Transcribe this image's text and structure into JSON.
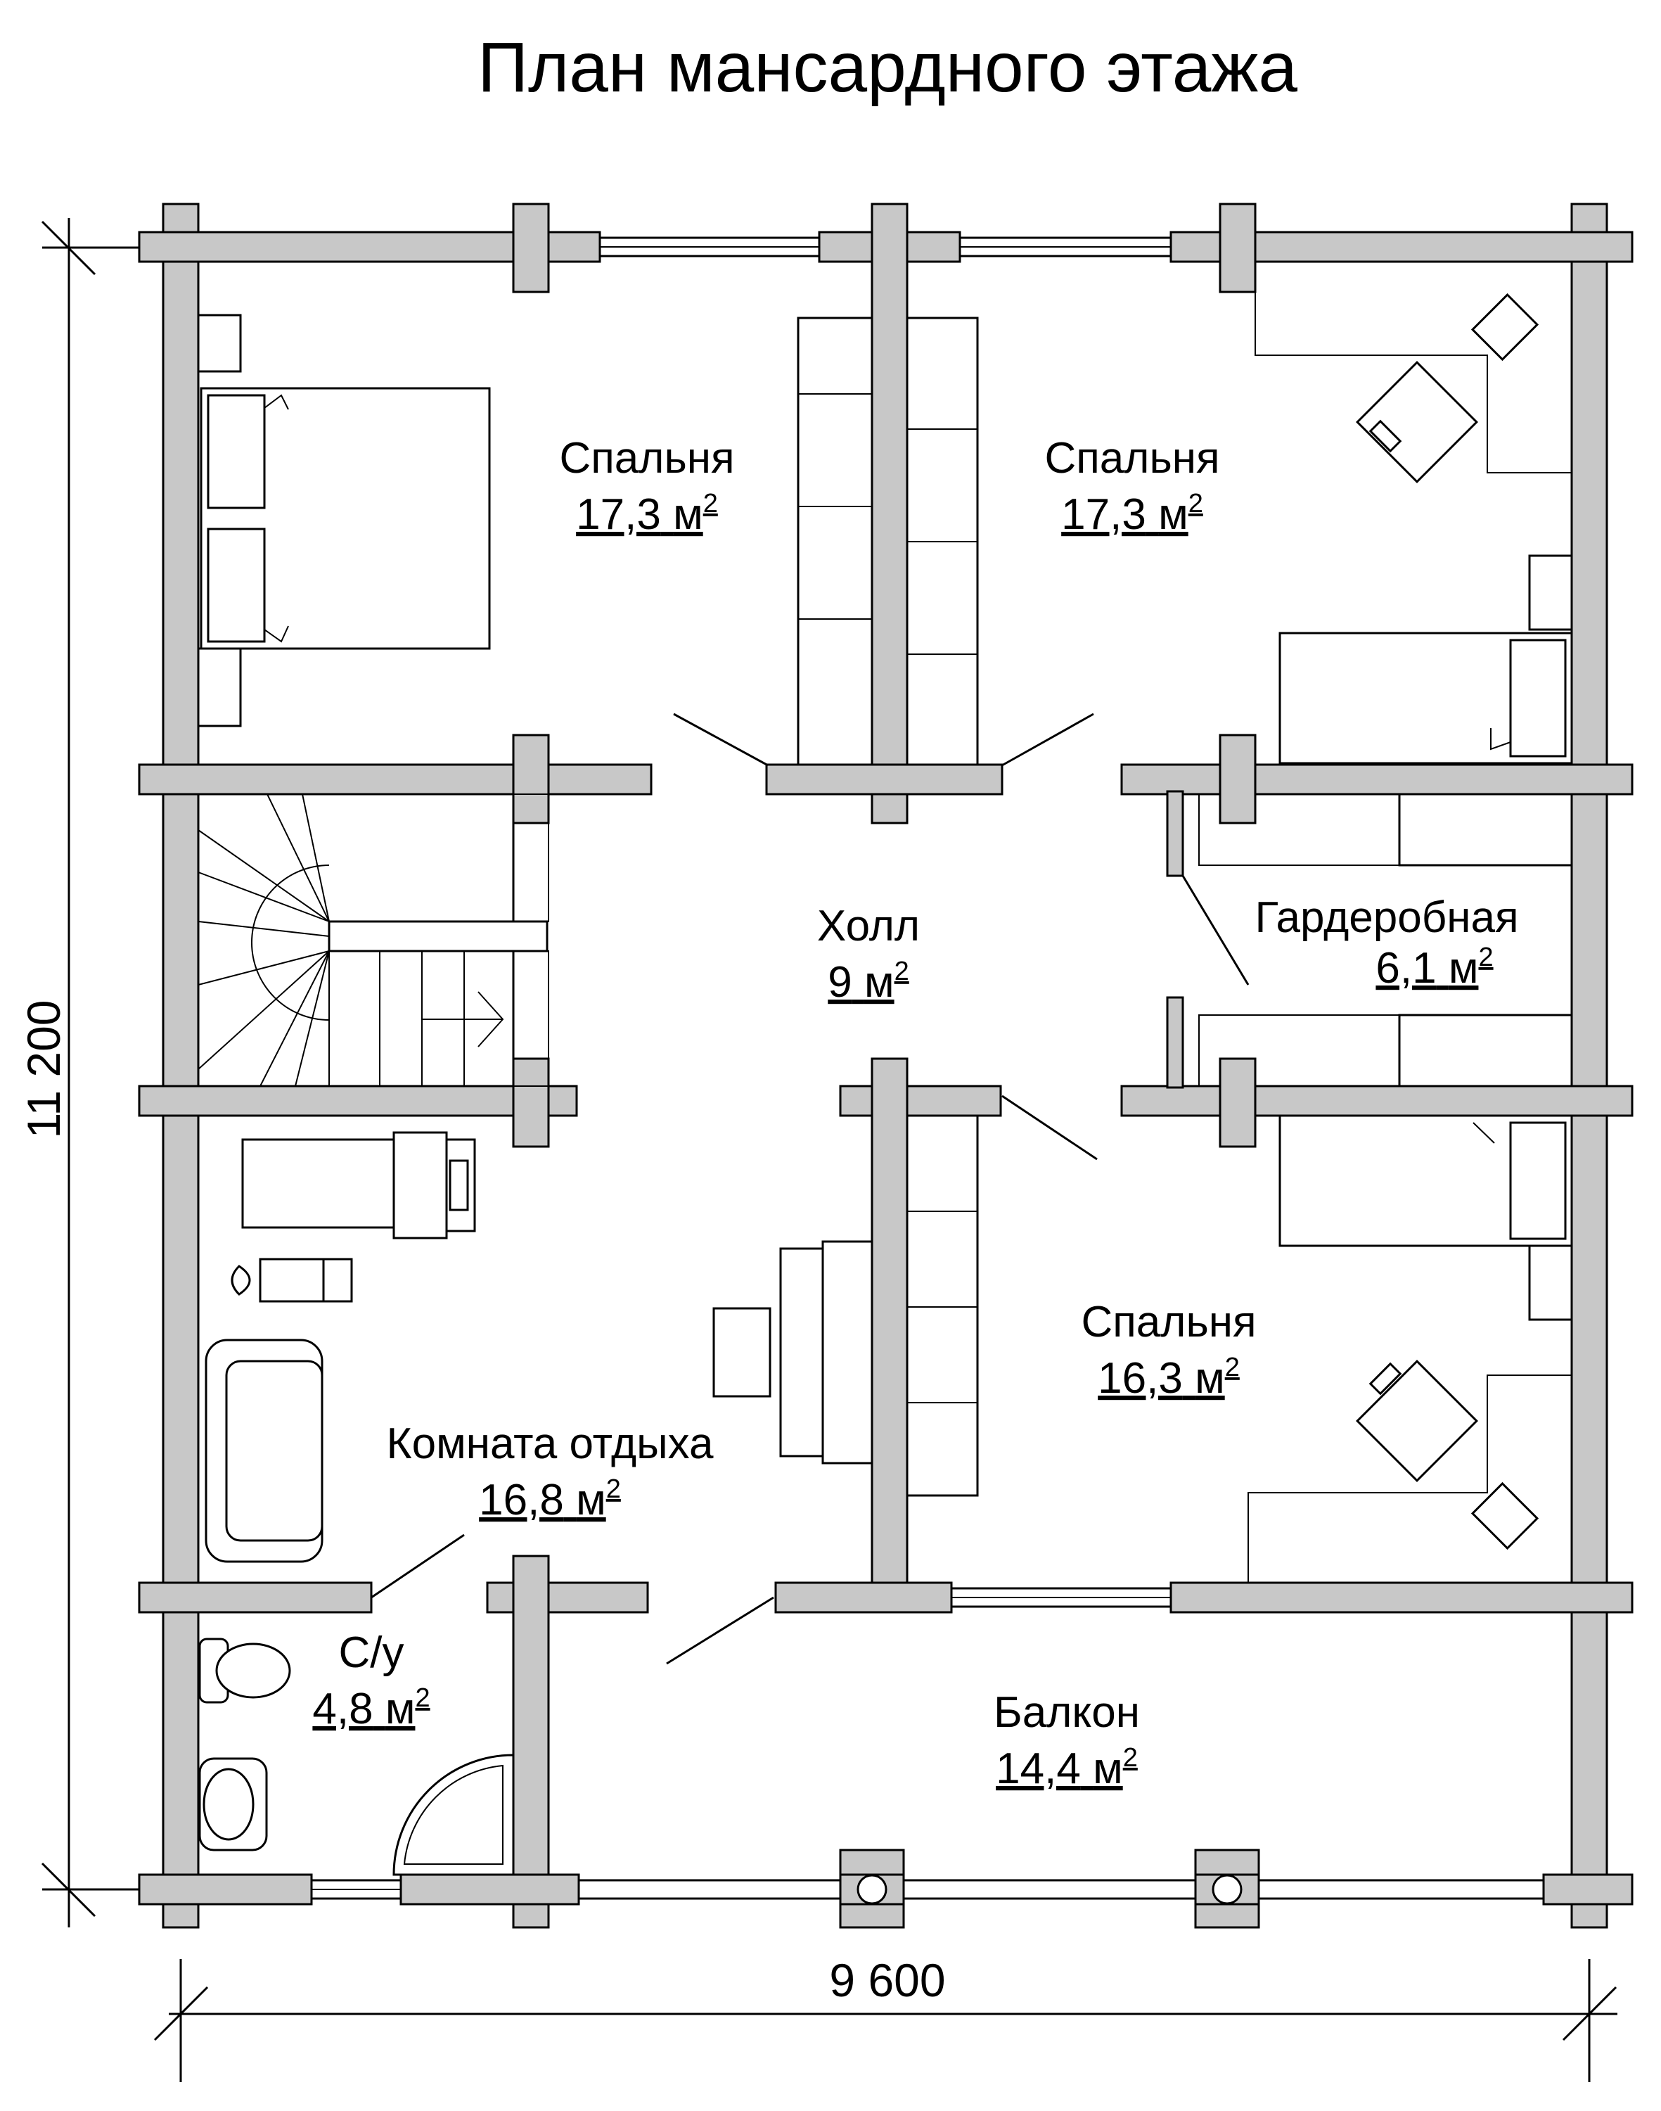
{
  "title": "План мансардного этажа",
  "area_unit": "м",
  "area_exponent": "2",
  "rooms": [
    {
      "name": "Спальня",
      "area": "17,3"
    },
    {
      "name": "Спальня",
      "area": "17,3"
    },
    {
      "name": "Холл",
      "area": "9"
    },
    {
      "name": "Гардеробная",
      "area": "6,1"
    },
    {
      "name": "Спальня",
      "area": "16,3"
    },
    {
      "name": "Комната отдыха",
      "area": "16,8"
    },
    {
      "name": "С/у",
      "area": "4,8"
    },
    {
      "name": "Балкон",
      "area": "14,4"
    }
  ],
  "dimensions": {
    "height": "11 200",
    "width": "9 600"
  },
  "colors": {
    "wall": "#c8c8c8",
    "line": "#000000",
    "background": "#ffffff"
  }
}
